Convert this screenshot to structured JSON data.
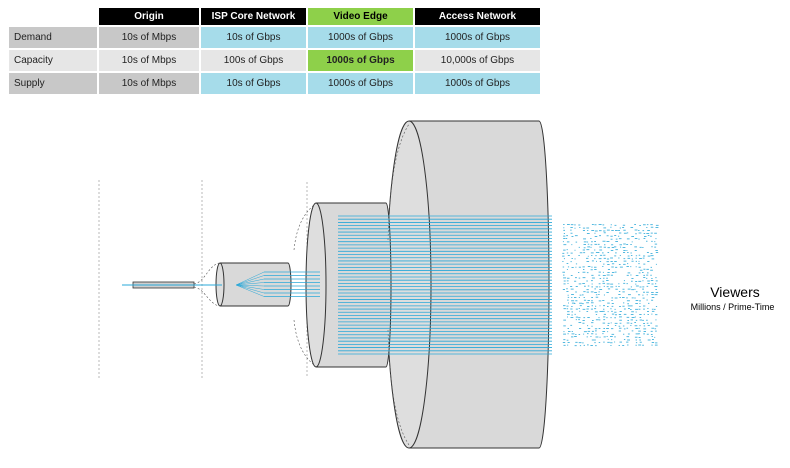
{
  "table": {
    "header": [
      "",
      "Origin",
      "ISP Core Network",
      "Video Edge",
      "Access Network"
    ],
    "rows": [
      {
        "label": "Demand",
        "cells": [
          "10s of Mbps",
          "10s of Gbps",
          "1000s of Gbps",
          "1000s of Gbps"
        ]
      },
      {
        "label": "Capacity",
        "cells": [
          "10s of Mbps",
          "100s of Gbps",
          "1000s of Gbps",
          "10,000s of Gbps"
        ]
      },
      {
        "label": "Supply",
        "cells": [
          "10s of Mbps",
          "10s of Gbps",
          "1000s of Gbps",
          "1000s of Gbps"
        ]
      }
    ]
  },
  "colors": {
    "header_bg": "#000000",
    "highlight_green": "#8ed04a",
    "supply_demand_blue": "#a6dcea",
    "capacity_gray": "#e6e6e6",
    "label_gray": "#c8c8c8",
    "stream_line": "#2aa8d8",
    "cylinder_fill": "#d9d9d9"
  },
  "viewers": {
    "title": "Viewers",
    "subtitle": "Millions / Prime-Time"
  }
}
